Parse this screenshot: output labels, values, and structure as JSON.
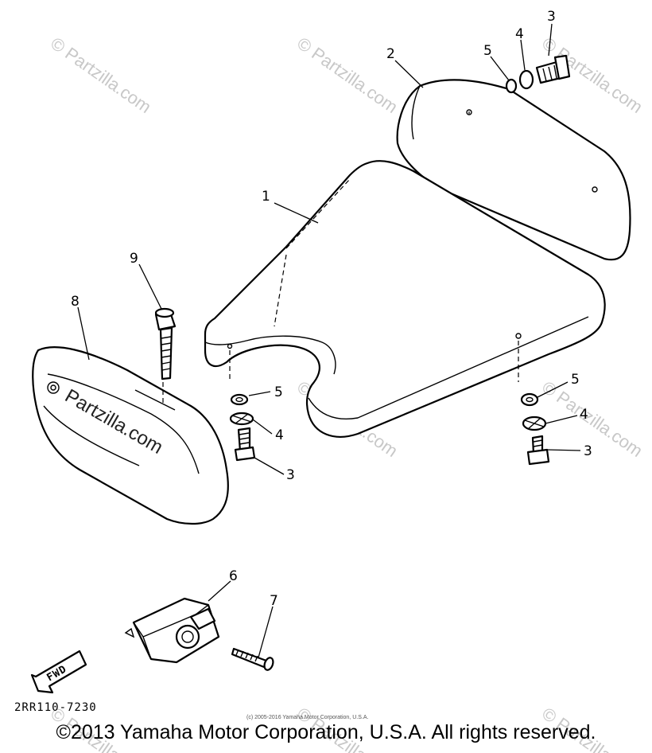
{
  "diagram": {
    "callouts": {
      "seat": "1",
      "backrest": "2",
      "bolt_top": "3",
      "lockwasher_top": "4",
      "washer_top": "5",
      "washer_left": "5",
      "lockwasher_left": "4",
      "bolt_left": "3",
      "washer_right": "5",
      "lockwasher_right": "4",
      "bolt_right": "3",
      "lock": "6",
      "screw": "7",
      "cover": "8",
      "long_bolt": "9"
    },
    "fwd_label": "FWD",
    "drawing_code": "2RR110-7230",
    "small_copyright": "(c) 2005-2016 Yamaha Motor Corporation, U.S.A.",
    "copyright": "©2013 Yamaha Motor Corporation, U.S.A. All rights reserved.",
    "watermark": "© Partzilla.com",
    "watermark_bold": "Partzilla.com"
  },
  "colors": {
    "line": "#000000",
    "watermark": "#c8c8c8",
    "background": "#ffffff"
  }
}
